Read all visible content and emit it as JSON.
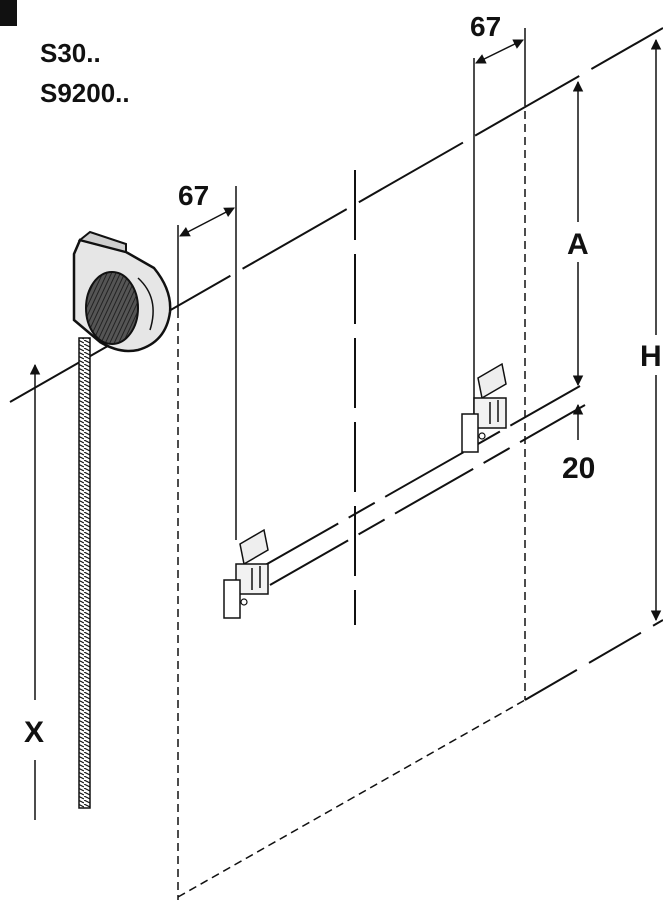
{
  "models": [
    "S30..",
    "S9200.."
  ],
  "dimensions": {
    "top_offset": "67",
    "left_offset": "67",
    "a": "A",
    "h": "H",
    "gap": "20",
    "x": "X"
  },
  "colors": {
    "line": "#111111",
    "background": "#ffffff",
    "part_fill": "#e6e6e6"
  },
  "icons": [
    "corner-tab-icon",
    "cord-drum-icon",
    "cord-chain-icon",
    "shade-bracket-icon"
  ]
}
